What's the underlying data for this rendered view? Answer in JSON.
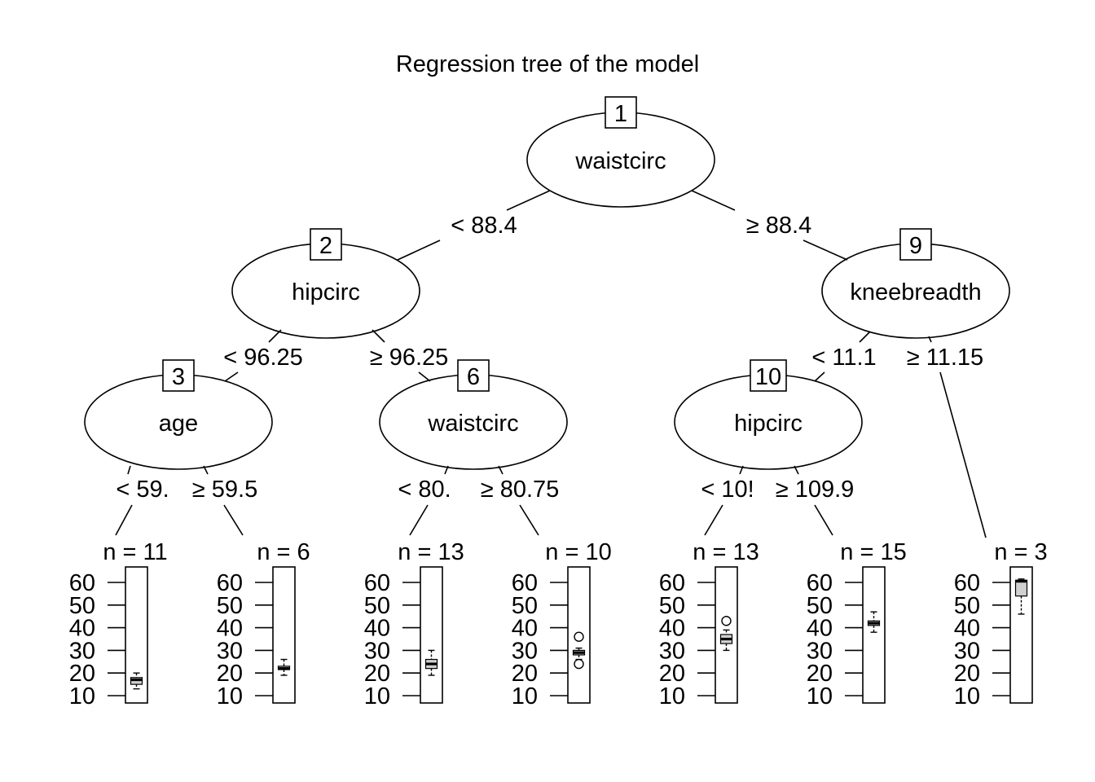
{
  "title": "Regression tree of the model",
  "y_ticks": [
    "60",
    "50",
    "40",
    "30",
    "20",
    "10"
  ],
  "nodes": [
    {
      "id": "1",
      "variable": "waistcirc"
    },
    {
      "id": "2",
      "variable": "hipcirc"
    },
    {
      "id": "3",
      "variable": "age"
    },
    {
      "id": "6",
      "variable": "waistcirc"
    },
    {
      "id": "9",
      "variable": "kneebreadth"
    },
    {
      "id": "10",
      "variable": "hipcirc"
    }
  ],
  "edges": [
    {
      "label": "< 88.4"
    },
    {
      "label": "≥ 88.4"
    },
    {
      "label": "< 96.25"
    },
    {
      "label": "≥ 96.25"
    },
    {
      "label": "< 11.1"
    },
    {
      "label": "≥ 11.15"
    },
    {
      "label": "< 59."
    },
    {
      "label": "≥ 59.5"
    },
    {
      "label": "< 80."
    },
    {
      "label": "≥ 80.75"
    },
    {
      "label": "< 10!"
    },
    {
      "label": "≥ 109.9"
    }
  ],
  "leaves": [
    {
      "n_label": "n = 11",
      "box": {
        "whisker_low": 13,
        "q1": 15,
        "median": 17,
        "q3": 18,
        "whisker_high": 20,
        "outliers": []
      }
    },
    {
      "n_label": "n = 6",
      "box": {
        "whisker_low": 19,
        "q1": 21.5,
        "median": 22,
        "q3": 23,
        "whisker_high": 26,
        "outliers": []
      }
    },
    {
      "n_label": "n = 13",
      "box": {
        "whisker_low": 19,
        "q1": 22,
        "median": 24,
        "q3": 26,
        "whisker_high": 30,
        "outliers": []
      }
    },
    {
      "n_label": "n = 10",
      "box": {
        "whisker_low": 26,
        "q1": 28,
        "median": 29,
        "q3": 30,
        "whisker_high": 31,
        "outliers": [
          36,
          24
        ]
      }
    },
    {
      "n_label": "n = 13",
      "box": {
        "whisker_low": 30,
        "q1": 33,
        "median": 35,
        "q3": 37,
        "whisker_high": 39,
        "outliers": [
          43
        ]
      }
    },
    {
      "n_label": "n = 15",
      "box": {
        "whisker_low": 38,
        "q1": 41,
        "median": 42,
        "q3": 43,
        "whisker_high": 47,
        "outliers": []
      }
    },
    {
      "n_label": "n = 3",
      "box": {
        "whisker_low": 46,
        "q1": 54,
        "median": 60.5,
        "q3": 61,
        "whisker_high": 61.5,
        "outliers": []
      }
    }
  ],
  "y_range": [
    10,
    60
  ]
}
